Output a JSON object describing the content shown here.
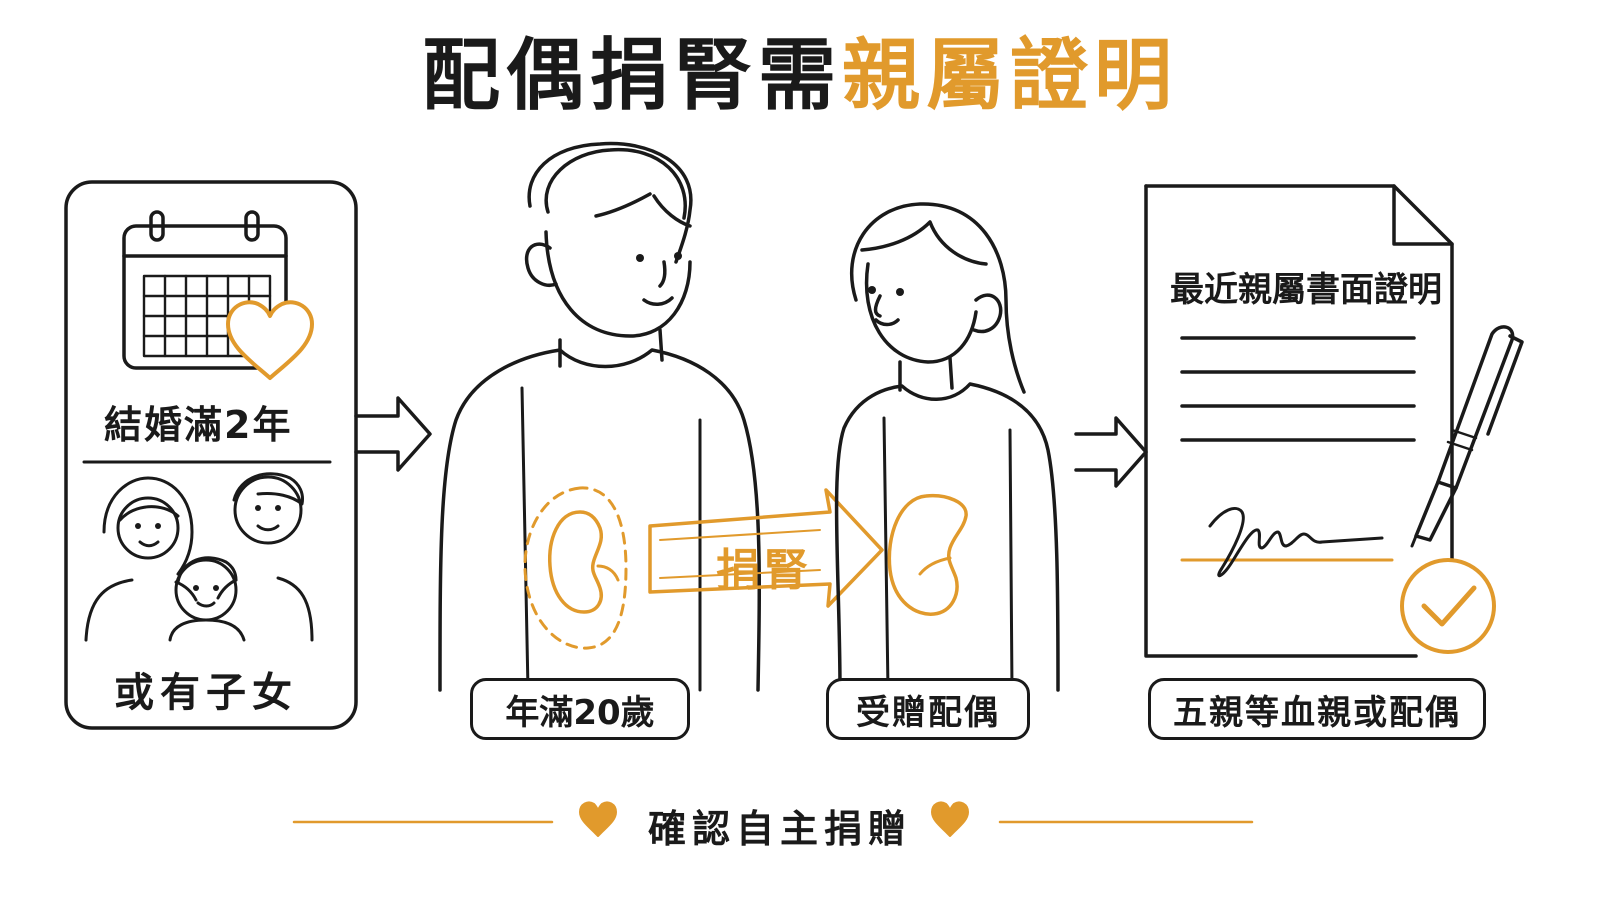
{
  "title": {
    "part1": "配偶捐腎需",
    "part2": "親屬證明"
  },
  "conditions": {
    "marriage": "結婚滿2年",
    "children": "或有子女"
  },
  "donor": {
    "label": "年滿20歲"
  },
  "transfer": {
    "label": "捐腎"
  },
  "recipient": {
    "label": "受贈配偶"
  },
  "document": {
    "heading": "最近親屬書面證明",
    "label": "五親等血親或配偶"
  },
  "footer": {
    "text": "確認自主捐贈"
  },
  "colors": {
    "accent": "#e19a2c",
    "line": "#1a1a1a"
  },
  "icons": [
    "calendar-icon",
    "heart-icon",
    "family-icon",
    "kidney-icon",
    "arrow-icon",
    "document-icon",
    "pen-icon",
    "check-circle-icon"
  ]
}
